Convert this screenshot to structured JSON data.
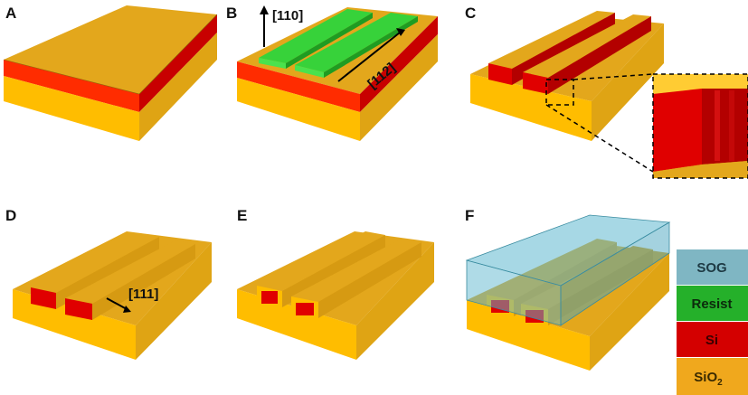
{
  "panels": [
    {
      "letter": "A"
    },
    {
      "letter": "B",
      "annotations": [
        "[110]",
        "[112]"
      ]
    },
    {
      "letter": "C"
    },
    {
      "letter": "D",
      "annotations": [
        "[111]"
      ]
    },
    {
      "letter": "E"
    },
    {
      "letter": "F"
    }
  ],
  "legend": [
    {
      "label": "SOG",
      "color": "#7fb6c3",
      "text_color": "#1e3a44"
    },
    {
      "label": "Resist",
      "color": "#25b02a",
      "text_color": "#0c2a0c"
    },
    {
      "label": "Si",
      "color": "#d40000",
      "text_color": "#3a0000"
    },
    {
      "label": "SiO",
      "subscript": "2",
      "color": "#f0a81d",
      "text_color": "#3a2a00"
    }
  ],
  "colors": {
    "sio2_top": "#e7ab1b",
    "sio2_front": "#ffbd00",
    "sio2_side": "#d69a12",
    "si": "#e00000",
    "si_side": "#b30000",
    "resist_top": "#37d23a",
    "resist_side": "#1f9c22",
    "sog": "#7fc3d4"
  }
}
